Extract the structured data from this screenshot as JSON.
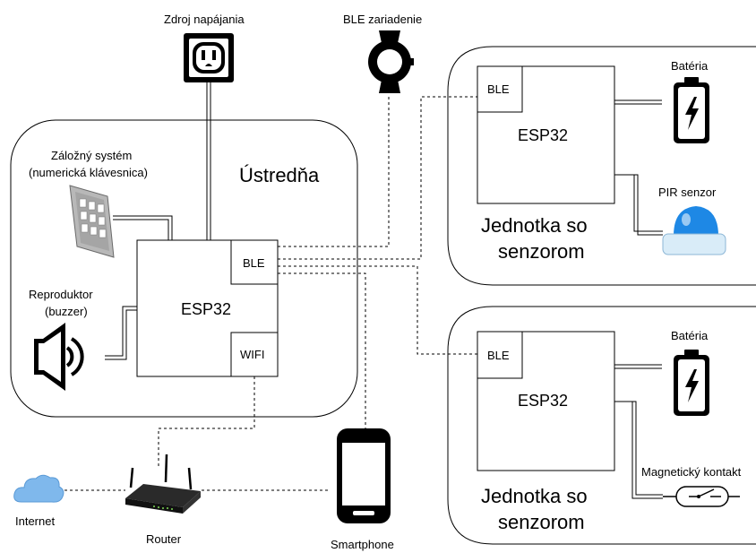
{
  "labels": {
    "power": "Zdroj napájania",
    "ble_device": "BLE zariadenie",
    "hub_title": "Ústredňa",
    "backup": "Záložný systém",
    "backup_sub": "(numerická klávesnica)",
    "speaker": "Reproduktor",
    "speaker_sub": "(buzzer)",
    "hub_esp": "ESP32",
    "hub_ble": "BLE",
    "hub_wifi": "WIFI",
    "internet": "Internet",
    "router": "Router",
    "smartphone": "Smartphone",
    "unit1_esp": "ESP32",
    "unit1_ble": "BLE",
    "unit1_battery": "Batéria",
    "unit1_sensor": "PIR senzor",
    "unit1_title_l1": "Jednotka so",
    "unit1_title_l2": "senzorom",
    "unit2_esp": "ESP32",
    "unit2_ble": "BLE",
    "unit2_battery": "Batéria",
    "unit2_sensor": "Magnetický kontakt",
    "unit2_title_l1": "Jednotka so",
    "unit2_title_l2": "senzorom"
  },
  "colors": {
    "cloud": "#7fb8ec",
    "pir_dome": "#1e88e5",
    "pir_base": "#d9ecf8",
    "keypad": "#b8b8b8"
  }
}
